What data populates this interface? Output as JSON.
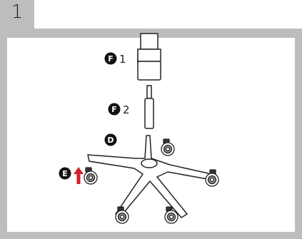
{
  "step": {
    "number": "1"
  },
  "parts": {
    "F1": {
      "letter": "F",
      "index": "1"
    },
    "F2": {
      "letter": "F",
      "index": "2"
    },
    "D": {
      "letter": "D"
    },
    "E": {
      "letter": "E"
    }
  },
  "colors": {
    "frame": "#bdbdbd",
    "badge": "#111111",
    "arrow": "#d0222a",
    "line": "#222222"
  }
}
